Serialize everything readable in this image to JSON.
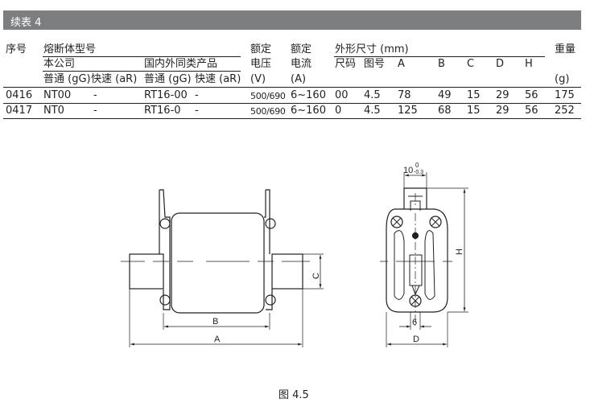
{
  "title": "续表 4",
  "headers": {
    "seq": "序号",
    "model": "熔断体型号",
    "own": "本公司",
    "peer": "国内外同类产品",
    "gg1": "普通 (gG)",
    "ar1": "快速 (aR)",
    "gg2": "普通 (gG)",
    "ar2": "快速 (aR)",
    "volt1": "额定",
    "volt2": "电压",
    "volt3": "(V)",
    "curr1": "额定",
    "curr2": "电流",
    "curr3": "(A)",
    "dims": "外形尺寸 (mm)",
    "size": "尺码",
    "fig": "图号",
    "A": "A",
    "B": "B",
    "C": "C",
    "D": "D",
    "H": "H",
    "weight": "重量",
    "weight_unit": "(g)"
  },
  "rows": [
    {
      "seq": "0416",
      "gg": "NT00",
      "ar": "-",
      "peer_gg": "RT16-00",
      "peer_ar": "-",
      "volt": "500/690",
      "curr": "6~160",
      "size": "00",
      "fig": "4.5",
      "A": "78",
      "B": "49",
      "C": "15",
      "D": "29",
      "H": "56",
      "w": "175"
    },
    {
      "seq": "0417",
      "gg": "NT0",
      "ar": "-",
      "peer_gg": "RT16-0",
      "peer_ar": "-",
      "volt": "500/690",
      "curr": "6~160",
      "size": "0",
      "fig": "4.5",
      "A": "125",
      "B": "68",
      "C": "15",
      "D": "29",
      "H": "56",
      "w": "252"
    }
  ],
  "drawing": {
    "label_A": "A",
    "label_B": "B",
    "label_C": "C",
    "label_D": "D",
    "label_H": "H",
    "label_6": "6",
    "label_10": "10",
    "tol_upper": "0",
    "tol_lower": "-0.3"
  },
  "caption": "图 4.5"
}
